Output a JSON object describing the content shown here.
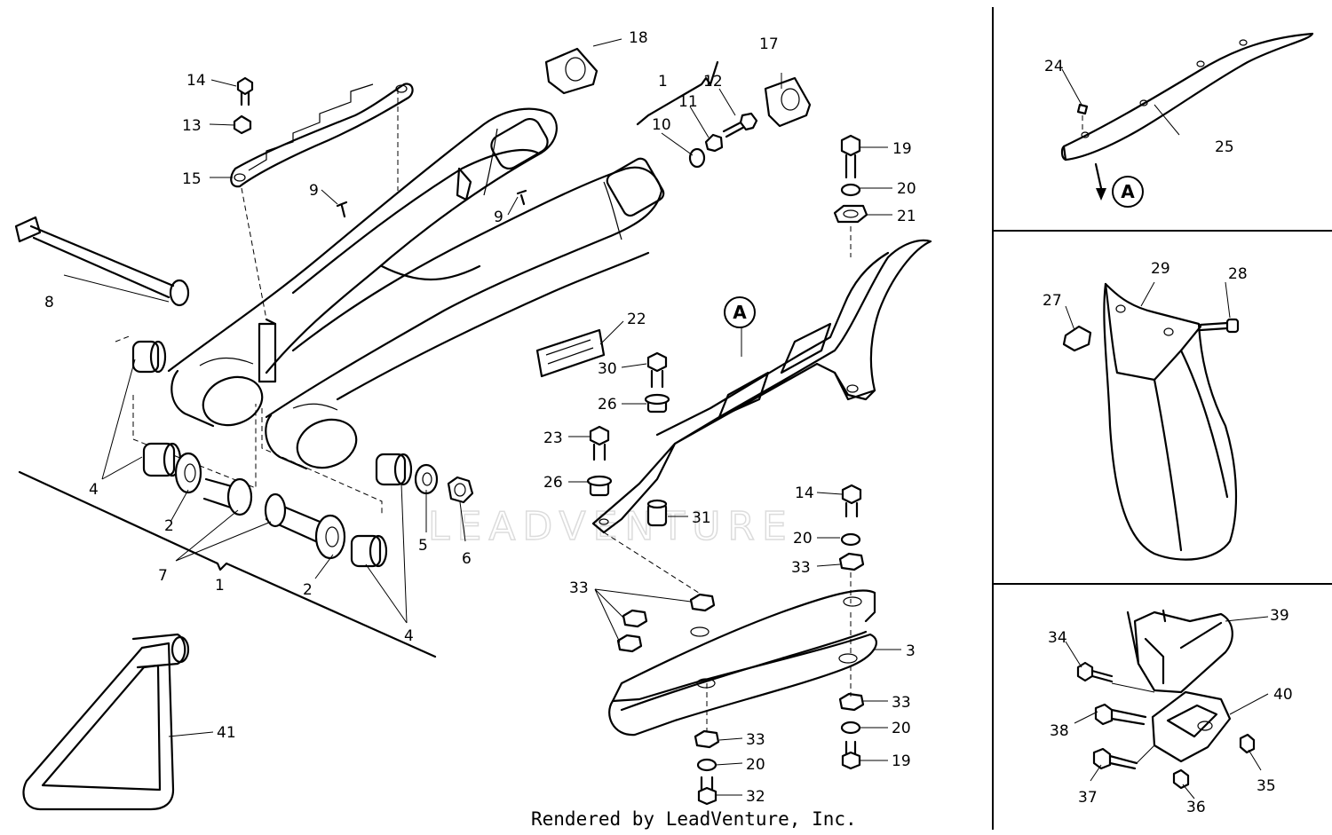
{
  "labels": {
    "n1a": "1",
    "n1b": "1",
    "n2a": "2",
    "n2b": "2",
    "n3": "3",
    "n4a": "4",
    "n4b": "4",
    "n5": "5",
    "n6": "6",
    "n7": "7",
    "n8": "8",
    "n9a": "9",
    "n9b": "9",
    "n10": "10",
    "n11": "11",
    "n12": "12",
    "n13": "13",
    "n14a": "14",
    "n14b": "14",
    "n15": "15",
    "n17": "17",
    "n18": "18",
    "n19a": "19",
    "n19b": "19",
    "n20a": "20",
    "n20b": "20",
    "n20c": "20",
    "n20d": "20",
    "n21": "21",
    "n22": "22",
    "n23": "23",
    "n24": "24",
    "n25": "25",
    "n26a": "26",
    "n26b": "26",
    "n27": "27",
    "n28": "28",
    "n29": "29",
    "n30": "30",
    "n31": "31",
    "n32": "32",
    "n33a": "33",
    "n33b": "33",
    "n33c": "33",
    "n33d": "33",
    "n34": "34",
    "n35": "35",
    "n36": "36",
    "n37": "37",
    "n38": "38",
    "n39": "39",
    "n40": "40",
    "n41": "41"
  },
  "callouts": {
    "a1": "A",
    "a2": "A"
  },
  "watermark": "LEADVENTURE",
  "credit": "Rendered by LeadVenture, Inc."
}
